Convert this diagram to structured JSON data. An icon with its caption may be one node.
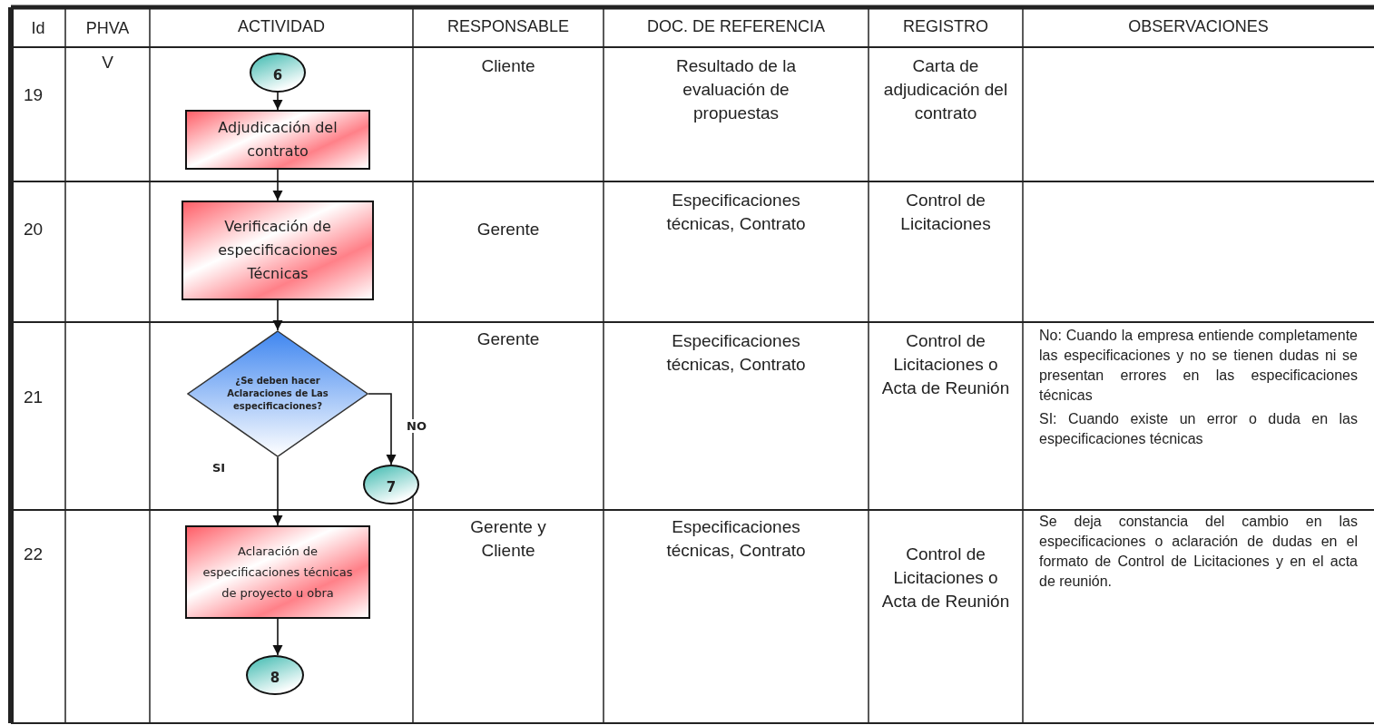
{
  "diagram": {
    "nodes": [
      {
        "text": [
          "6"
        ]
      },
      {
        "text": [
          "Adjudicación del contrato"
        ]
      },
      {
        "text": [
          "Verificación de especificaciones Técnicas"
        ]
      },
      {
        "text": [
          "¿Se deben hacer Aclaraciones de Las especificaciones?"
        ]
      },
      {
        "text": [
          "7"
        ]
      },
      {
        "text": [
          "Aclaración de especificaciones técnicas de proyecto u obra"
        ]
      },
      {
        "text": [
          "8"
        ]
      }
    ],
    "edges": [
      {
        "from": 0,
        "to": 1,
        "arrow": "to"
      },
      {
        "from": 1,
        "to": 2,
        "arrow": "to"
      },
      {
        "from": 2,
        "to": 3,
        "arrow": "to"
      },
      {
        "from": 3,
        "to": 4,
        "arrow": "to",
        "label": "NO"
      },
      {
        "from": 3,
        "to": 5,
        "arrow": "to",
        "label": "SI"
      },
      {
        "from": 5,
        "to": 6,
        "arrow": "to"
      }
    ],
    "labels": [
      "Id",
      "PHVA",
      "ACTIVIDAD",
      "RESPONSABLE",
      "DOC. DE REFERENCIA",
      "REGISTRO",
      "OBSERVACIONES",
      "19",
      "V",
      "Cliente",
      "Resultado de la evaluación de propuestas",
      "Carta de adjudicación del contrato",
      "20",
      "Gerente",
      "Especificaciones técnicas, Contrato",
      "Control de Licitaciones",
      "21",
      "Gerente",
      "Especificaciones técnicas, Contrato",
      "Control de Licitaciones o Acta de Reunión",
      "No: Cuando la empresa entiende completamente las especificaciones y no se tienen dudas ni se presentan errores en las especificaciones técnicas",
      "SI: Cuando existe un error o duda en las especificaciones técnicas",
      "22",
      "Gerente y Cliente",
      "Especificaciones técnicas, Contrato",
      "Control de Licitaciones o Acta de Reunión",
      "Se deja constancia del cambio en las especificaciones o aclaración de dudas en el formato de Control de Licitaciones y en el acta de reunión."
    ]
  }
}
